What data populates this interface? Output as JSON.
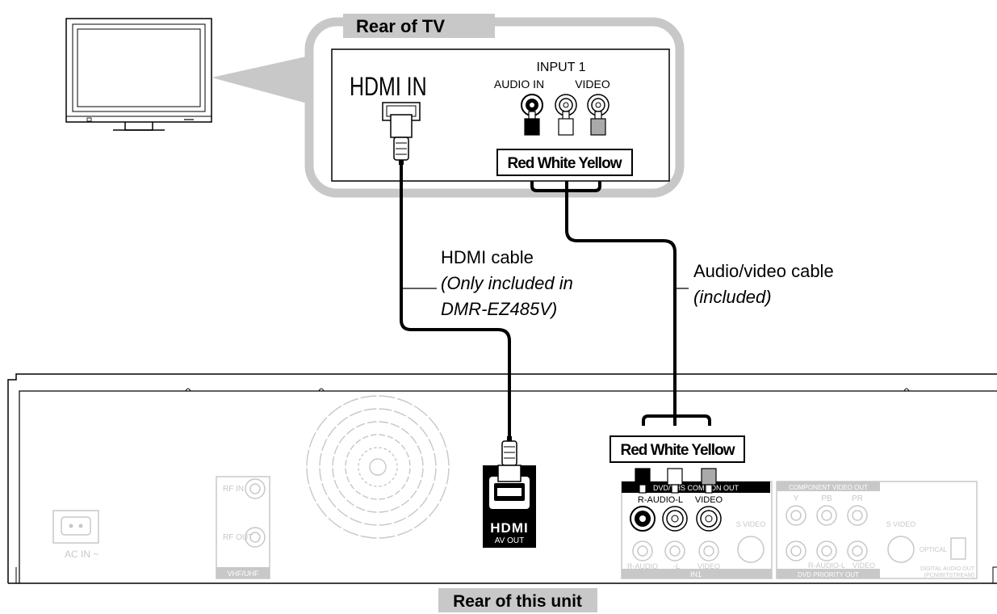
{
  "tv_panel": {
    "title": "Rear of TV",
    "hdmi_in_label": "HDMI IN",
    "input_group_label": "INPUT 1",
    "audio_in_label": "AUDIO IN",
    "video_label": "VIDEO",
    "plug_colors_label": "Red White Yellow"
  },
  "cables": {
    "hdmi_cable_label": "HDMI cable",
    "hdmi_cable_note_1": "(Only included in",
    "hdmi_cable_note_2": "DMR-EZ485V)",
    "av_cable_label": "Audio/video cable",
    "av_cable_note": "(included)"
  },
  "unit": {
    "title": "Rear of this unit",
    "plug_colors_label": "Red White Yellow",
    "ac_in_label": "AC IN ~",
    "rf_in_label": "RF IN",
    "rf_out_label": "RF OUT",
    "vhf_uhf_label": "VHF/UHF",
    "hdmi_logo": "HDMI",
    "av_out_label": "AV OUT",
    "out_group_label": "DVD/VHS COMMON OUT",
    "r_audio_l_label": "R-AUDIO-L",
    "video_out_label": "VIDEO",
    "in1_r_audio": "R-AUDIO",
    "in1_l": "-L",
    "in1_video": "VIDEO",
    "in1_s_video": "S VIDEO",
    "in1_label": "IN1",
    "component_label": "COMPONENT VIDEO OUT",
    "comp_y": "Y",
    "comp_pb": "PB",
    "comp_pr": "PR",
    "s_video_label": "S VIDEO",
    "optical_label": "OPTICAL",
    "h_audio_l": "R-AUDIO-L",
    "h_video": "VIDEO",
    "dvd_priority_label": "DVD PRIORITY OUT",
    "digital_audio_label": "DIGITAL AUDIO OUT",
    "digital_audio_sub": "(PCM/BITSTREAM)"
  },
  "colors": {
    "outline": "#000000",
    "bubble_grey": "#c8c8c8",
    "title_box_grey": "#c8c8c8",
    "panel_grey": "#d0d0d0"
  }
}
